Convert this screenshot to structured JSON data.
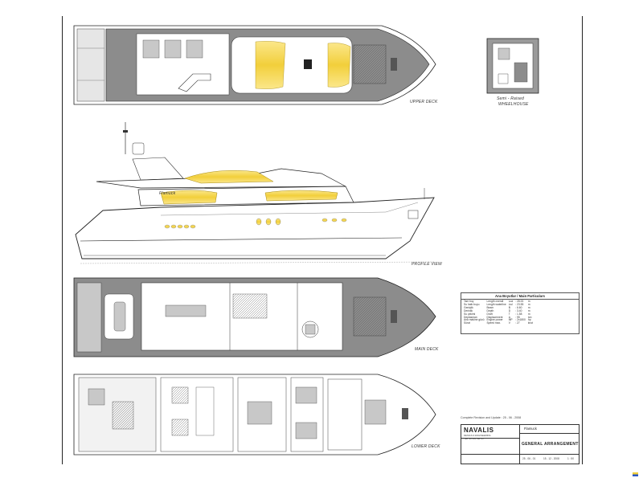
{
  "drawing": {
    "views": {
      "upper_deck": "UPPER DECK",
      "wheelhouse_top": "Semi - Raised",
      "wheelhouse_bottom": "WHEELHOUSE",
      "profile": "PROFILE VIEW",
      "main_deck": "MAIN DECK",
      "lower_deck": "LOWER DECK"
    },
    "hull_script": "Flamuck",
    "specs": {
      "title": "Ana Boyutlar / Main Particulars",
      "rows": [
        [
          "Tam boy",
          "Length overall",
          "Loa",
          ": 28.00",
          "m"
        ],
        [
          "Su hattı boyu",
          "Length waterline",
          "Lwl",
          ": 23.55",
          "m"
        ],
        [
          "Genişlik",
          "Beam",
          "B",
          ": 6.60",
          "m"
        ],
        [
          "Derinlik",
          "Depth",
          "D",
          ": 3.40",
          "m"
        ],
        [
          "Su çekimi",
          "Draft",
          "T",
          ": 1.58",
          "m"
        ],
        [
          "Deplasman",
          "Displacement",
          "Δ",
          ": 95",
          "ton"
        ],
        [
          "Ana makine gücü",
          "Engine power",
          "MP",
          ": 2x1800",
          "hp"
        ],
        [
          "Sürat",
          "Speed max.",
          "V",
          ": 27",
          "knot"
        ]
      ]
    },
    "revision_note": "Complete Revision and Update : 25 - 06 - 2008",
    "title_block": {
      "brand": "NAVALIS",
      "brand_sub": "DESIGN & ENGINEERING",
      "brand_sub2": "TEL: 90 216 492 95",
      "project": "Flamuck",
      "drawing_title": "GENERAL ARRANGEMENT",
      "date1": "25 - 06 - 01",
      "date2": "15 - 12 - 2008",
      "scale": "1 : 50"
    },
    "colors": {
      "deck_gray": "#8c8c8c",
      "light_gray": "#c8c8c8",
      "window_yellow": "#f2cf3b",
      "outline": "#222222"
    }
  }
}
